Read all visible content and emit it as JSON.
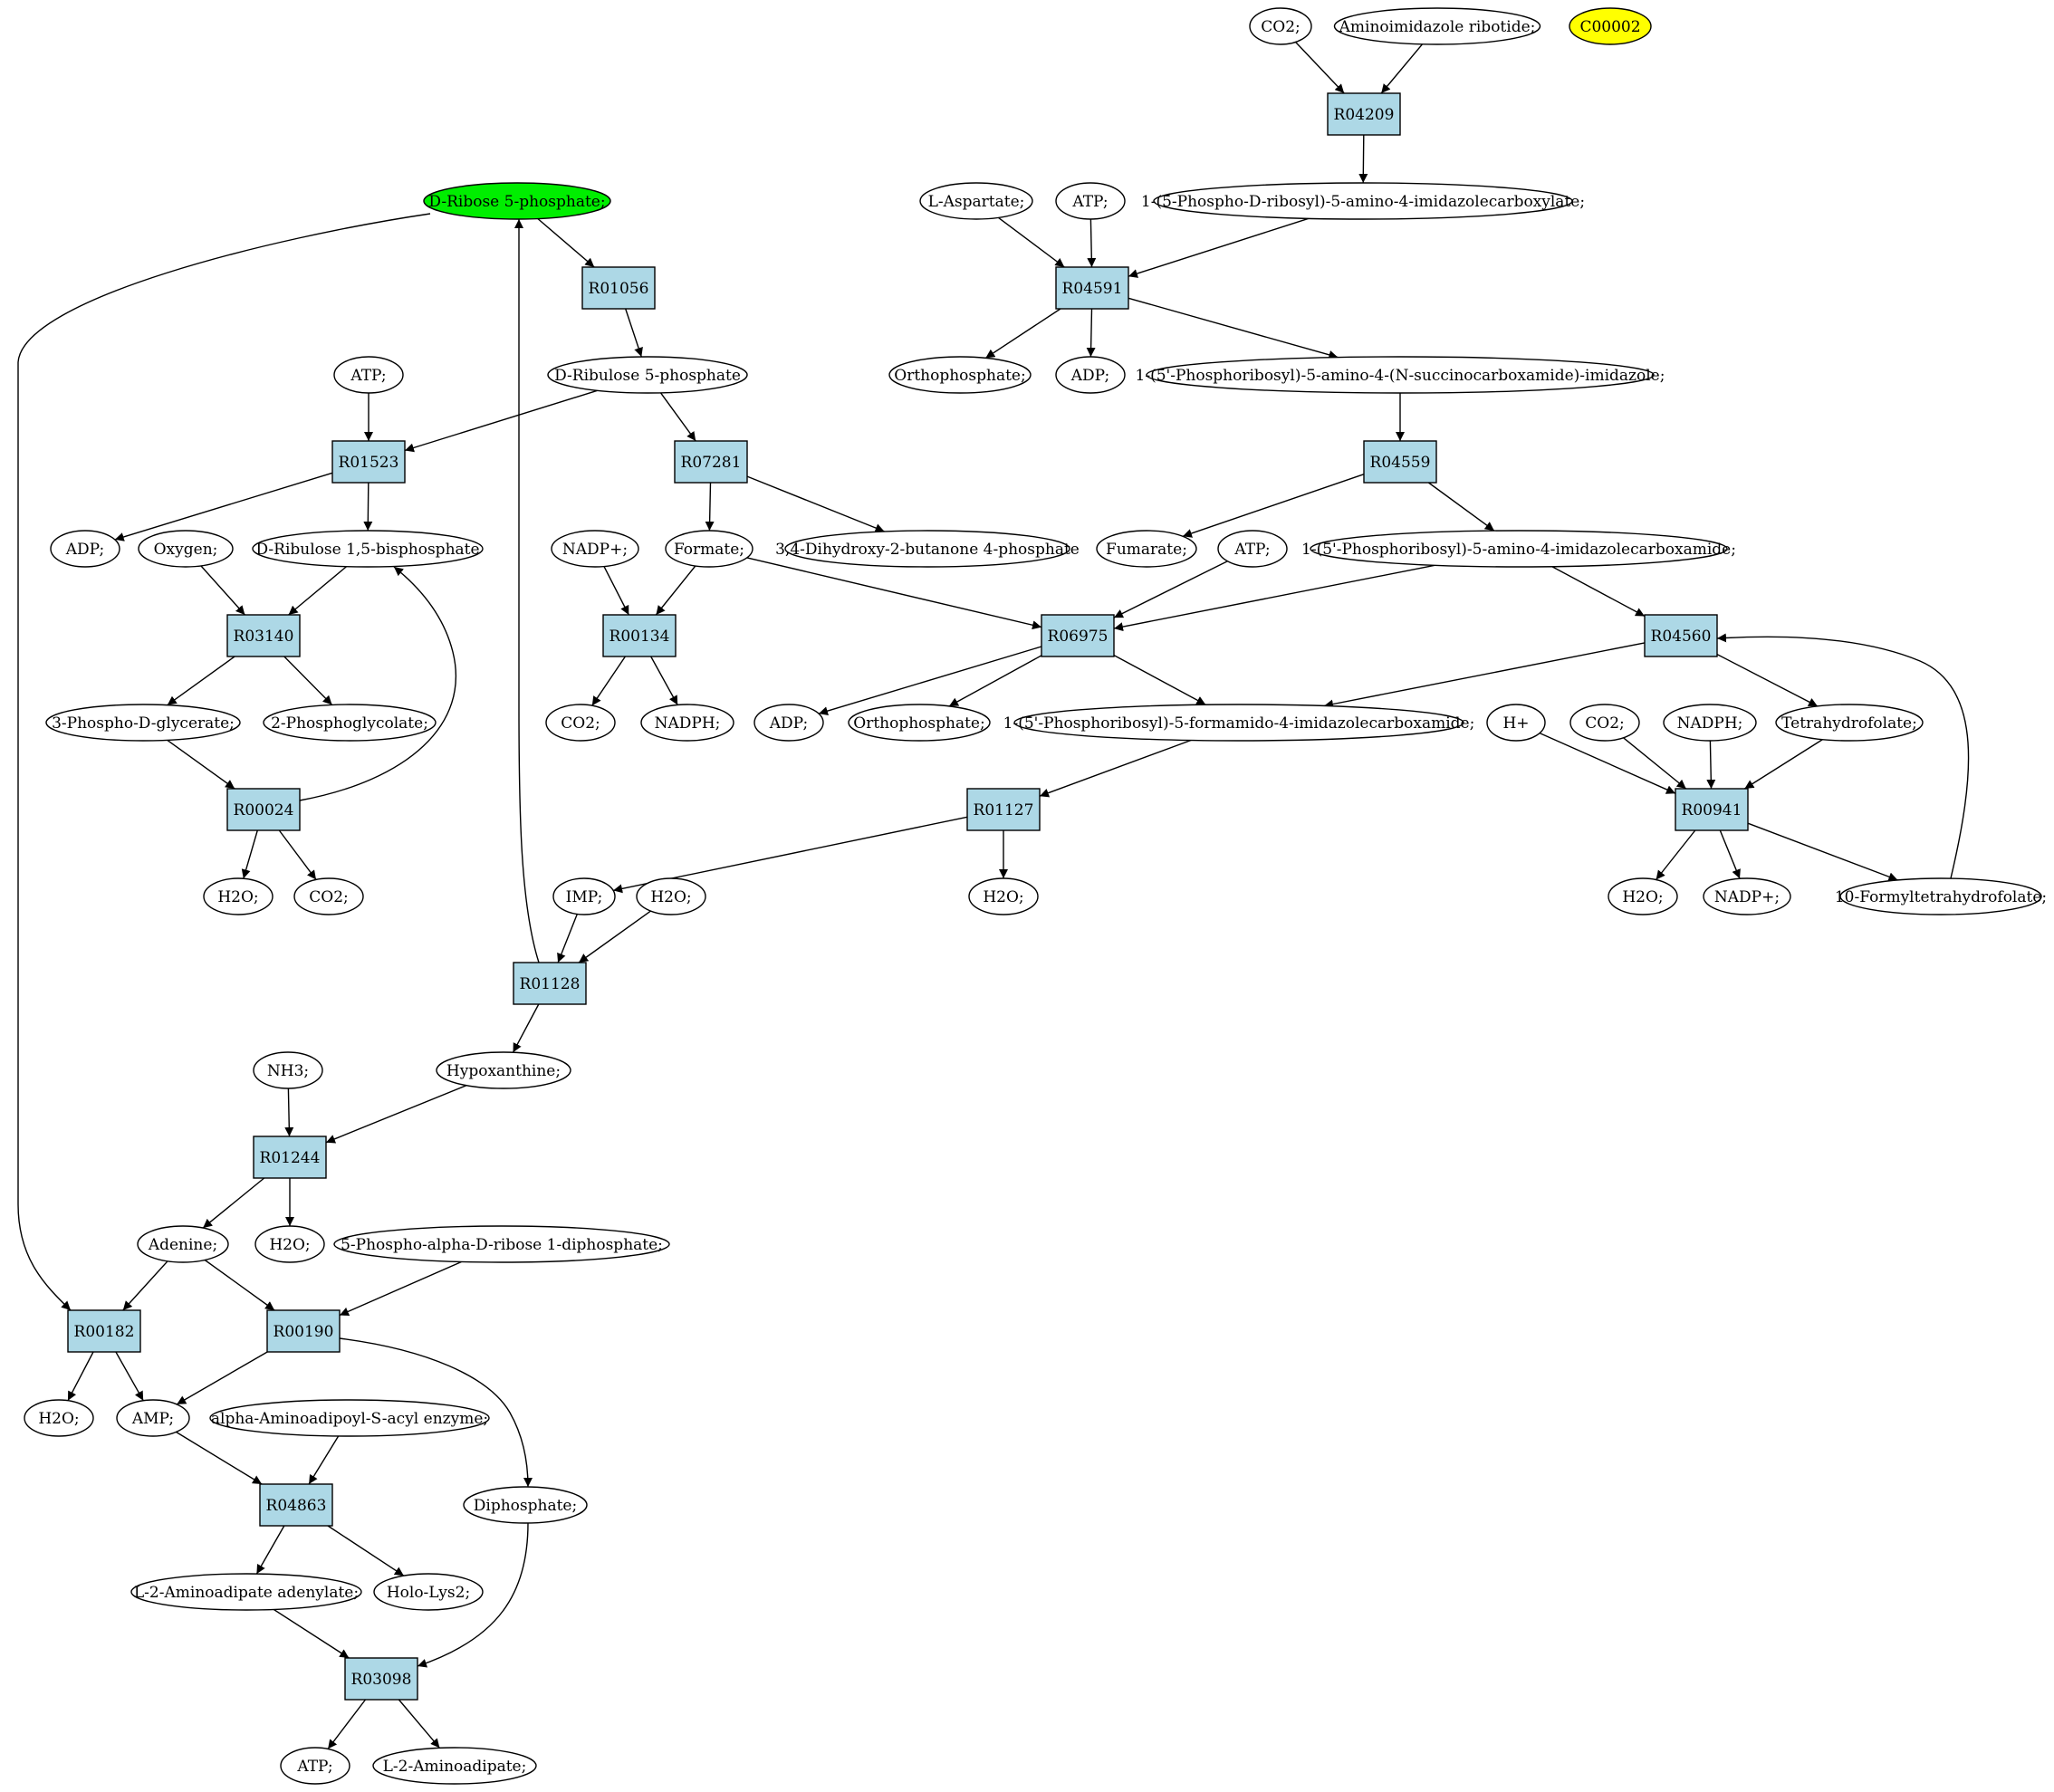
{
  "colors": {
    "reaction_fill": "#add8e6",
    "compound_fill": "#ffffff",
    "highlight_start": "#00ee00",
    "highlight_query": "#ffff00",
    "stroke": "#000000"
  },
  "reactions": [
    {
      "id": "R04209",
      "label": "R04209"
    },
    {
      "id": "R04591",
      "label": "R04591"
    },
    {
      "id": "R01056",
      "label": "R01056"
    },
    {
      "id": "R01523",
      "label": "R01523"
    },
    {
      "id": "R07281",
      "label": "R07281"
    },
    {
      "id": "R04559",
      "label": "R04559"
    },
    {
      "id": "R03140",
      "label": "R03140"
    },
    {
      "id": "R00134",
      "label": "R00134"
    },
    {
      "id": "R06975",
      "label": "R06975"
    },
    {
      "id": "R04560",
      "label": "R04560"
    },
    {
      "id": "R00024",
      "label": "R00024"
    },
    {
      "id": "R01127",
      "label": "R01127"
    },
    {
      "id": "R00941",
      "label": "R00941"
    },
    {
      "id": "R01128",
      "label": "R01128"
    },
    {
      "id": "R01244",
      "label": "R01244"
    },
    {
      "id": "R00182",
      "label": "R00182"
    },
    {
      "id": "R00190",
      "label": "R00190"
    },
    {
      "id": "R04863",
      "label": "R04863"
    },
    {
      "id": "R03098",
      "label": "R03098"
    }
  ],
  "compounds": [
    {
      "id": "co2_top",
      "label": "CO2;"
    },
    {
      "id": "air",
      "label": "Aminoimidazole ribotide;"
    },
    {
      "id": "c00002",
      "label": "C00002",
      "highlight": "query"
    },
    {
      "id": "dr5p",
      "label": "D-Ribose 5-phosphate;",
      "highlight": "start"
    },
    {
      "id": "lasp",
      "label": "L-Aspartate;"
    },
    {
      "id": "atp_r04591",
      "label": "ATP;"
    },
    {
      "id": "paica",
      "label": "1-(5-Phospho-D-ribosyl)-5-amino-4-imidazolecarboxylate;"
    },
    {
      "id": "atp_r01523",
      "label": "ATP;"
    },
    {
      "id": "dru5p",
      "label": "D-Ribulose 5-phosphate"
    },
    {
      "id": "orthop_r04591",
      "label": "Orthophosphate;"
    },
    {
      "id": "adp_r04591",
      "label": "ADP;"
    },
    {
      "id": "saicar",
      "label": "1-(5'-Phosphoribosyl)-5-amino-4-(N-succinocarboxamide)-imidazole;"
    },
    {
      "id": "adp_r01523",
      "label": "ADP;"
    },
    {
      "id": "oxygen",
      "label": "Oxygen;"
    },
    {
      "id": "rubp",
      "label": "D-Ribulose 1,5-bisphosphate"
    },
    {
      "id": "nadp_r00134",
      "label": "NADP+;"
    },
    {
      "id": "formate",
      "label": "Formate;"
    },
    {
      "id": "dhbp",
      "label": "3,4-Dihydroxy-2-butanone 4-phosphate"
    },
    {
      "id": "fumarate",
      "label": "Fumarate;"
    },
    {
      "id": "atp_r06975",
      "label": "ATP;"
    },
    {
      "id": "aicar",
      "label": "1-(5'-Phosphoribosyl)-5-amino-4-imidazolecarboxamide;"
    },
    {
      "id": "pg3",
      "label": "3-Phospho-D-glycerate;"
    },
    {
      "id": "pglycolate",
      "label": "2-Phosphoglycolate;"
    },
    {
      "id": "co2_r00134",
      "label": "CO2;"
    },
    {
      "id": "nadph_r00134",
      "label": "NADPH;"
    },
    {
      "id": "adp_r06975",
      "label": "ADP;"
    },
    {
      "id": "orthop_r06975",
      "label": "Orthophosphate;"
    },
    {
      "id": "faicar",
      "label": "1-(5'-Phosphoribosyl)-5-formamido-4-imidazolecarboxamide;"
    },
    {
      "id": "hplus",
      "label": "H+"
    },
    {
      "id": "co2_r00941",
      "label": "CO2;"
    },
    {
      "id": "nadph_r00941",
      "label": "NADPH;"
    },
    {
      "id": "thf",
      "label": "Tetrahydrofolate;"
    },
    {
      "id": "h2o_r00024",
      "label": "H2O;"
    },
    {
      "id": "co2_r00024",
      "label": "CO2;"
    },
    {
      "id": "imp",
      "label": "IMP;"
    },
    {
      "id": "h2o_r01128",
      "label": "H2O;"
    },
    {
      "id": "h2o_r01127",
      "label": "H2O;"
    },
    {
      "id": "h2o_r00941",
      "label": "H2O;"
    },
    {
      "id": "nadp_r00941",
      "label": "NADP+;"
    },
    {
      "id": "fthf",
      "label": "10-Formyltetrahydrofolate;"
    },
    {
      "id": "nh3",
      "label": "NH3;"
    },
    {
      "id": "hypox",
      "label": "Hypoxanthine;"
    },
    {
      "id": "adenine",
      "label": "Adenine;"
    },
    {
      "id": "h2o_r01244",
      "label": "H2O;"
    },
    {
      "id": "prpp",
      "label": "5-Phospho-alpha-D-ribose 1-diphosphate;"
    },
    {
      "id": "h2o_r00182",
      "label": "H2O;"
    },
    {
      "id": "amp",
      "label": "AMP;"
    },
    {
      "id": "aasae",
      "label": "alpha-Aminoadipoyl-S-acyl enzyme;"
    },
    {
      "id": "diphosphate",
      "label": "Diphosphate;"
    },
    {
      "id": "laaad",
      "label": "L-2-Aminoadipate adenylate;"
    },
    {
      "id": "hololys2",
      "label": "Holo-Lys2;"
    },
    {
      "id": "atp_r03098",
      "label": "ATP;"
    },
    {
      "id": "laa",
      "label": "L-2-Aminoadipate;"
    }
  ],
  "edges": [
    [
      "co2_top",
      "R04209"
    ],
    [
      "air",
      "R04209"
    ],
    [
      "R04209",
      "paica"
    ],
    [
      "lasp",
      "R04591"
    ],
    [
      "atp_r04591",
      "R04591"
    ],
    [
      "paica",
      "R04591"
    ],
    [
      "R04591",
      "orthop_r04591"
    ],
    [
      "R04591",
      "adp_r04591"
    ],
    [
      "R04591",
      "saicar"
    ],
    [
      "saicar",
      "R04559"
    ],
    [
      "R04559",
      "fumarate"
    ],
    [
      "R04559",
      "aicar"
    ],
    [
      "dr5p",
      "R01056"
    ],
    [
      "R01056",
      "dru5p"
    ],
    [
      "atp_r01523",
      "R01523"
    ],
    [
      "dru5p",
      "R01523"
    ],
    [
      "R01523",
      "adp_r01523"
    ],
    [
      "R01523",
      "rubp"
    ],
    [
      "dru5p",
      "R07281"
    ],
    [
      "R07281",
      "formate"
    ],
    [
      "R07281",
      "dhbp"
    ],
    [
      "oxygen",
      "R03140"
    ],
    [
      "rubp",
      "R03140"
    ],
    [
      "R03140",
      "pg3"
    ],
    [
      "R03140",
      "pglycolate"
    ],
    [
      "nadp_r00134",
      "R00134"
    ],
    [
      "formate",
      "R00134"
    ],
    [
      "R00134",
      "co2_r00134"
    ],
    [
      "R00134",
      "nadph_r00134"
    ],
    [
      "formate",
      "R06975"
    ],
    [
      "atp_r06975",
      "R06975"
    ],
    [
      "aicar",
      "R06975"
    ],
    [
      "R06975",
      "adp_r06975"
    ],
    [
      "R06975",
      "orthop_r06975"
    ],
    [
      "R06975",
      "faicar"
    ],
    [
      "aicar",
      "R04560"
    ],
    [
      "fthf",
      "R04560"
    ],
    [
      "R04560",
      "faicar"
    ],
    [
      "R04560",
      "thf"
    ],
    [
      "pg3",
      "R00024"
    ],
    [
      "R00024",
      "rubp"
    ],
    [
      "R00024",
      "h2o_r00024"
    ],
    [
      "R00024",
      "co2_r00024"
    ],
    [
      "faicar",
      "R01127"
    ],
    [
      "R01127",
      "imp"
    ],
    [
      "R01127",
      "h2o_r01127"
    ],
    [
      "hplus",
      "R00941"
    ],
    [
      "co2_r00941",
      "R00941"
    ],
    [
      "nadph_r00941",
      "R00941"
    ],
    [
      "thf",
      "R00941"
    ],
    [
      "R00941",
      "h2o_r00941"
    ],
    [
      "R00941",
      "nadp_r00941"
    ],
    [
      "R00941",
      "fthf"
    ],
    [
      "imp",
      "R01128"
    ],
    [
      "h2o_r01128",
      "R01128"
    ],
    [
      "R01128",
      "dr5p"
    ],
    [
      "R01128",
      "hypox"
    ],
    [
      "nh3",
      "R01244"
    ],
    [
      "hypox",
      "R01244"
    ],
    [
      "R01244",
      "adenine"
    ],
    [
      "R01244",
      "h2o_r01244"
    ],
    [
      "dr5p",
      "R00182"
    ],
    [
      "adenine",
      "R00182"
    ],
    [
      "R00182",
      "h2o_r00182"
    ],
    [
      "R00182",
      "amp"
    ],
    [
      "adenine",
      "R00190"
    ],
    [
      "prpp",
      "R00190"
    ],
    [
      "R00190",
      "amp"
    ],
    [
      "R00190",
      "diphosphate"
    ],
    [
      "amp",
      "R04863"
    ],
    [
      "aasae",
      "R04863"
    ],
    [
      "R04863",
      "laaad"
    ],
    [
      "R04863",
      "hololys2"
    ],
    [
      "laaad",
      "R03098"
    ],
    [
      "diphosphate",
      "R03098"
    ],
    [
      "R03098",
      "atp_r03098"
    ],
    [
      "R03098",
      "laa"
    ]
  ]
}
